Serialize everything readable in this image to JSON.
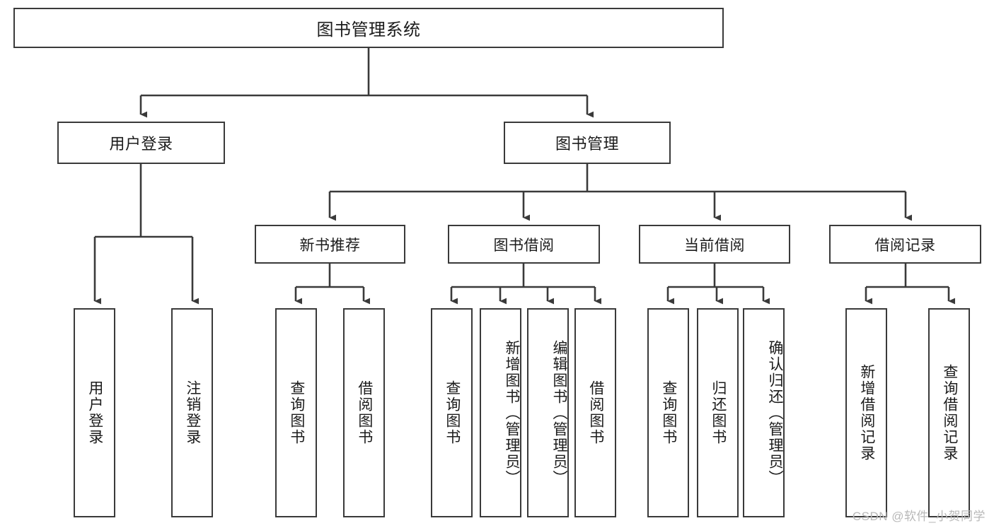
{
  "diagram": {
    "title": "图书管理系统",
    "type": "hierarchy-tree",
    "root": {
      "label": "图书管理系统"
    },
    "level1": [
      {
        "id": "user-login",
        "label": "用户登录"
      },
      {
        "id": "book-management",
        "label": "图书管理"
      }
    ],
    "level2": [
      {
        "id": "new-book-recommend",
        "label": "新书推荐",
        "parent": "book-management"
      },
      {
        "id": "book-borrow",
        "label": "图书借阅",
        "parent": "book-management"
      },
      {
        "id": "current-borrow",
        "label": "当前借阅",
        "parent": "book-management"
      },
      {
        "id": "borrow-record",
        "label": "借阅记录",
        "parent": "book-management"
      }
    ],
    "leaves": [
      {
        "id": "leaf-user-login",
        "label": "用户登录",
        "parent": "user-login"
      },
      {
        "id": "leaf-user-logout",
        "label": "注销登录",
        "parent": "user-login"
      },
      {
        "id": "leaf-query-book-1",
        "label": "查询图书",
        "parent": "new-book-recommend"
      },
      {
        "id": "leaf-borrow-book-1",
        "label": "借阅图书",
        "parent": "new-book-recommend"
      },
      {
        "id": "leaf-query-book-2",
        "label": "查询图书",
        "parent": "book-borrow"
      },
      {
        "id": "leaf-add-book",
        "label": "新增图书（管理员）",
        "parent": "book-borrow"
      },
      {
        "id": "leaf-edit-book",
        "label": "编辑图书（管理员）",
        "parent": "book-borrow"
      },
      {
        "id": "leaf-borrow-book-2",
        "label": "借阅图书",
        "parent": "book-borrow"
      },
      {
        "id": "leaf-query-book-3",
        "label": "查询图书",
        "parent": "current-borrow"
      },
      {
        "id": "leaf-return-book",
        "label": "归还图书",
        "parent": "current-borrow"
      },
      {
        "id": "leaf-confirm-return",
        "label": "确认归还（管理员）",
        "parent": "current-borrow"
      },
      {
        "id": "leaf-add-record",
        "label": "新增借阅记录",
        "parent": "borrow-record"
      },
      {
        "id": "leaf-query-record",
        "label": "查询借阅记录",
        "parent": "borrow-record"
      }
    ],
    "colors": {
      "border": "#3a3a3a",
      "background": "#ffffff",
      "text": "#1b1b1b",
      "watermark": "#b8b8b8"
    }
  },
  "watermark": {
    "text": "CSDN @软件_小贺同学"
  }
}
